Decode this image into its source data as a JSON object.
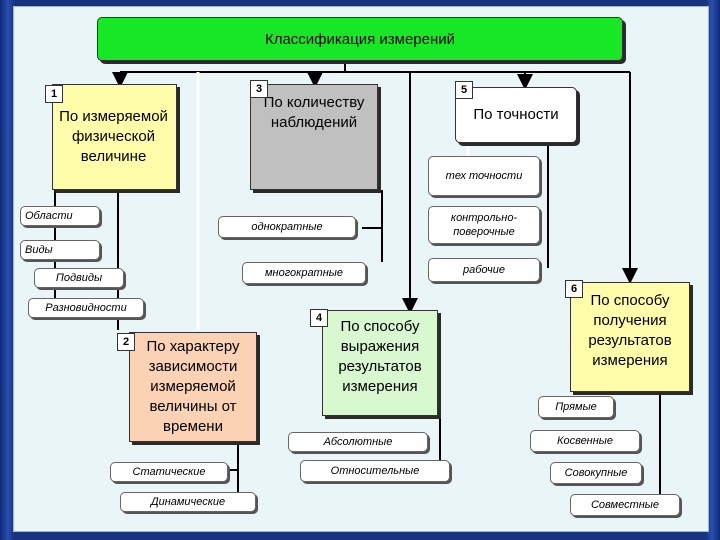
{
  "title": "Классификация измерений",
  "groups": {
    "g1": {
      "num": "1",
      "label": "По измеряемой физической величине",
      "items": [
        "Области",
        "Виды",
        "Подвиды",
        "Разновидности"
      ]
    },
    "g2": {
      "num": "2",
      "label": "По характеру зависимости измеряемой величины от времени",
      "items": [
        "Статические",
        "Динамические"
      ]
    },
    "g3": {
      "num": "3",
      "label": "По количеству наблюдений",
      "items": [
        "однократные",
        "многократные"
      ]
    },
    "g4": {
      "num": "4",
      "label": "По способу выражения результатов измерения",
      "items": [
        "Абсолютные",
        "Относительные"
      ]
    },
    "g5": {
      "num": "5",
      "label": "По точности",
      "items": [
        "тех точности",
        "контрольно-поверочные",
        "рабочие"
      ]
    },
    "g6": {
      "num": "6",
      "label": "По способу получения результатов измерения",
      "items": [
        "Прямые",
        "Косвенные",
        "Совокупные",
        "Совместные"
      ]
    }
  },
  "colors": {
    "title": "#16e826",
    "g1": "#fffcaa",
    "g2": "#fbd3b4",
    "g3": "#c0c0c0",
    "g4": "#d8f8d0",
    "g5": "#ffffff",
    "g6": "#fffcaa",
    "background": "#e9f5f7"
  }
}
